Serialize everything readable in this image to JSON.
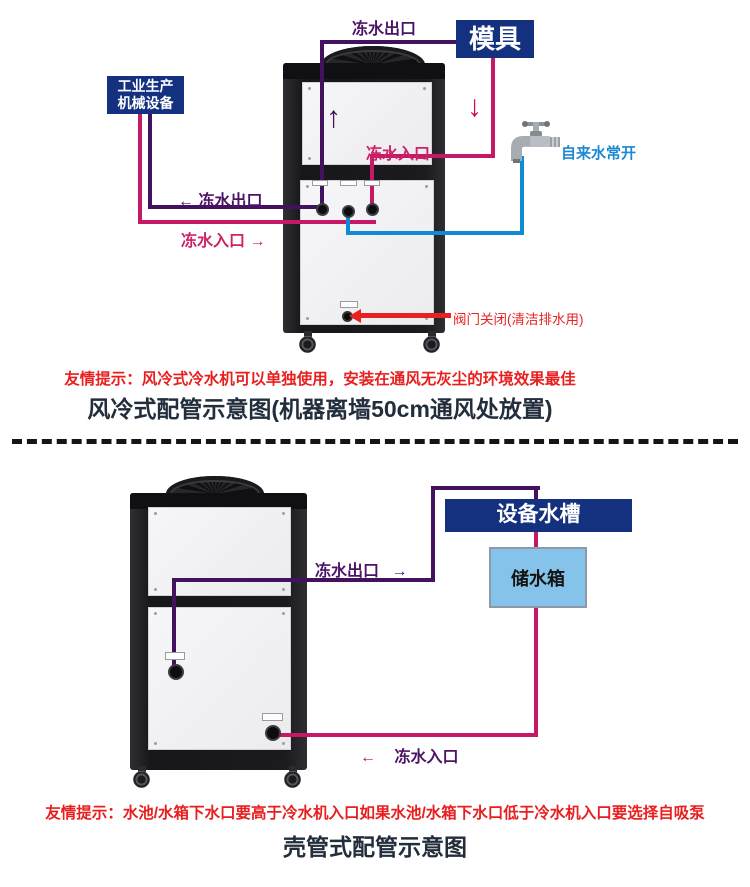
{
  "colors": {
    "pipe_purple": "#42125e",
    "pipe_pink": "#c51866",
    "pipe_blue": "#0f8bd4",
    "arrow_red": "#e82222",
    "arrow_down_red": "#cc0f44",
    "box_navy": "#14317f",
    "box_lightblue": "#85c3ea",
    "label_purple": "#4a1466",
    "label_pink": "#cc2266",
    "tap_blue": "#1e88d2",
    "tip_red": "#e91e1e",
    "title_dark": "#232e3c"
  },
  "icons": {
    "arrow_left": "←",
    "arrow_right": "→",
    "arrow_up": "↑",
    "arrow_down": "↓"
  },
  "diagram_air": {
    "outlet_top_label": "冻水出口",
    "mold_label": "模具",
    "equipment_line1": "工业生产",
    "equipment_line2": "机械设备",
    "inlet_machine_label": "冻水入口",
    "outlet_left_label": "冻水出口",
    "inlet_left_label": "冻水入口",
    "tap_water_label": "自来水常开",
    "valve_note": "阀门关闭(清洁排水用)",
    "tip": "友情提示：风冷式冷水机可以单独使用，安装在通风无灰尘的环境效果最佳",
    "title": "风冷式配管示意图(机器离墙50cm通风处放置)"
  },
  "diagram_shell": {
    "equipment_tank_label": "设备水槽",
    "storage_tank_label": "储水箱",
    "outlet_label": "冻水出口",
    "inlet_label": "冻水入口",
    "tip": "友情提示：水池/水箱下水口要高于冷水机入口如果水池/水箱下水口低于冷水机入口要选择自吸泵",
    "title": "壳管式配管示意图"
  }
}
